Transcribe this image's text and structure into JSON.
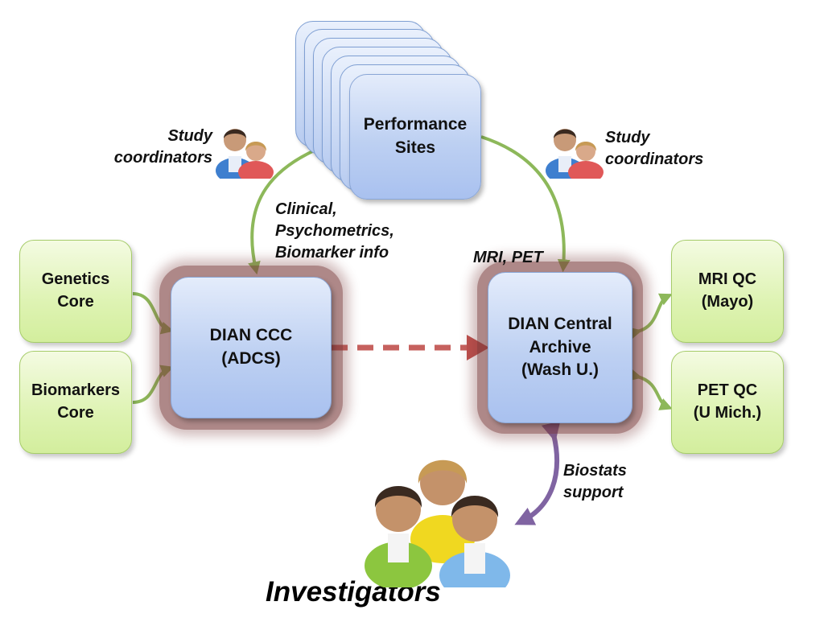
{
  "nodes": {
    "performance_sites": {
      "line1": "Performance",
      "line2": "Sites"
    },
    "genetics_core": {
      "line1": "Genetics",
      "line2": "Core"
    },
    "biomarkers_core": {
      "line1": "Biomarkers",
      "line2": "Core"
    },
    "dian_ccc": {
      "line1": "DIAN CCC",
      "line2": "(ADCS)"
    },
    "dian_archive": {
      "line1": "DIAN Central",
      "line2": "Archive",
      "line3": "(Wash U.)"
    },
    "mri_qc": {
      "line1": "MRI QC",
      "line2": "(Mayo)"
    },
    "pet_qc": {
      "line1": "PET QC",
      "line2": "(U Mich.)"
    }
  },
  "labels": {
    "coordinators_left": {
      "line1": "Study",
      "line2": "coordinators"
    },
    "coordinators_right": {
      "line1": "Study",
      "line2": "coordinators"
    },
    "clinical_flow": {
      "line1": "Clinical,",
      "line2": "Psychometrics,",
      "line3": "Biomarker info"
    },
    "imaging_flow": "MRI, PET",
    "biostats": {
      "line1": "Biostats",
      "line2": "support"
    },
    "investigators": "Investigators"
  },
  "colors": {
    "green_arrow": "#8db85a",
    "red_dashed_arrow": "#c0504d",
    "purple_arrow": "#8064a2",
    "node_blue": "#bdd0f2",
    "node_green": "#def3b3"
  },
  "icons": [
    "people-pair-icon",
    "people-group-icon"
  ]
}
